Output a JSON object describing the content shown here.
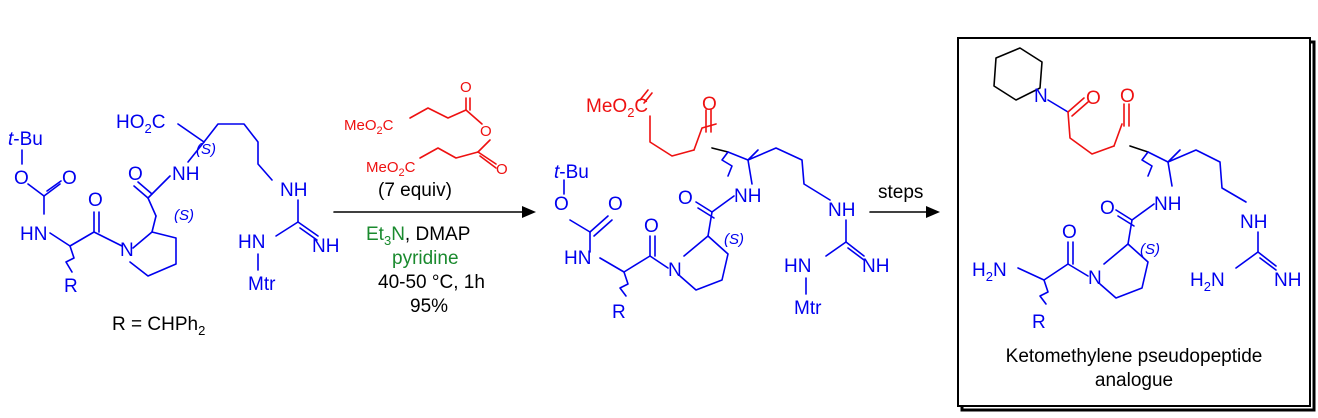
{
  "labels": {
    "tbu": "t-Bu",
    "o": "O",
    "hn": "HN",
    "nh": "NH",
    "n": "N",
    "r": "R",
    "s": "(S)",
    "mtr": "Mtr",
    "ho2c": "HO",
    "meo2c": "MeO",
    "two": "2",
    "c": "C",
    "h2n": "H",
    "ph": "CHPh",
    "r_eq": "R = "
  },
  "reagents": {
    "equiv": "(7 equiv)",
    "et3n_a": "Et",
    "et3n_3": "3",
    "et3n_b": "N",
    "dmap": ", DMAP",
    "pyridine": "pyridine",
    "conditions": "40-50 °C, 1h",
    "yield": "95%"
  },
  "arrow2_label": "steps",
  "box_caption_1": "Ketomethylene pseudopeptide",
  "box_caption_2": "analogue",
  "colors": {
    "blue": "#0000ee",
    "red": "#ee1111",
    "green": "#1a8a2e",
    "black": "#000000"
  }
}
